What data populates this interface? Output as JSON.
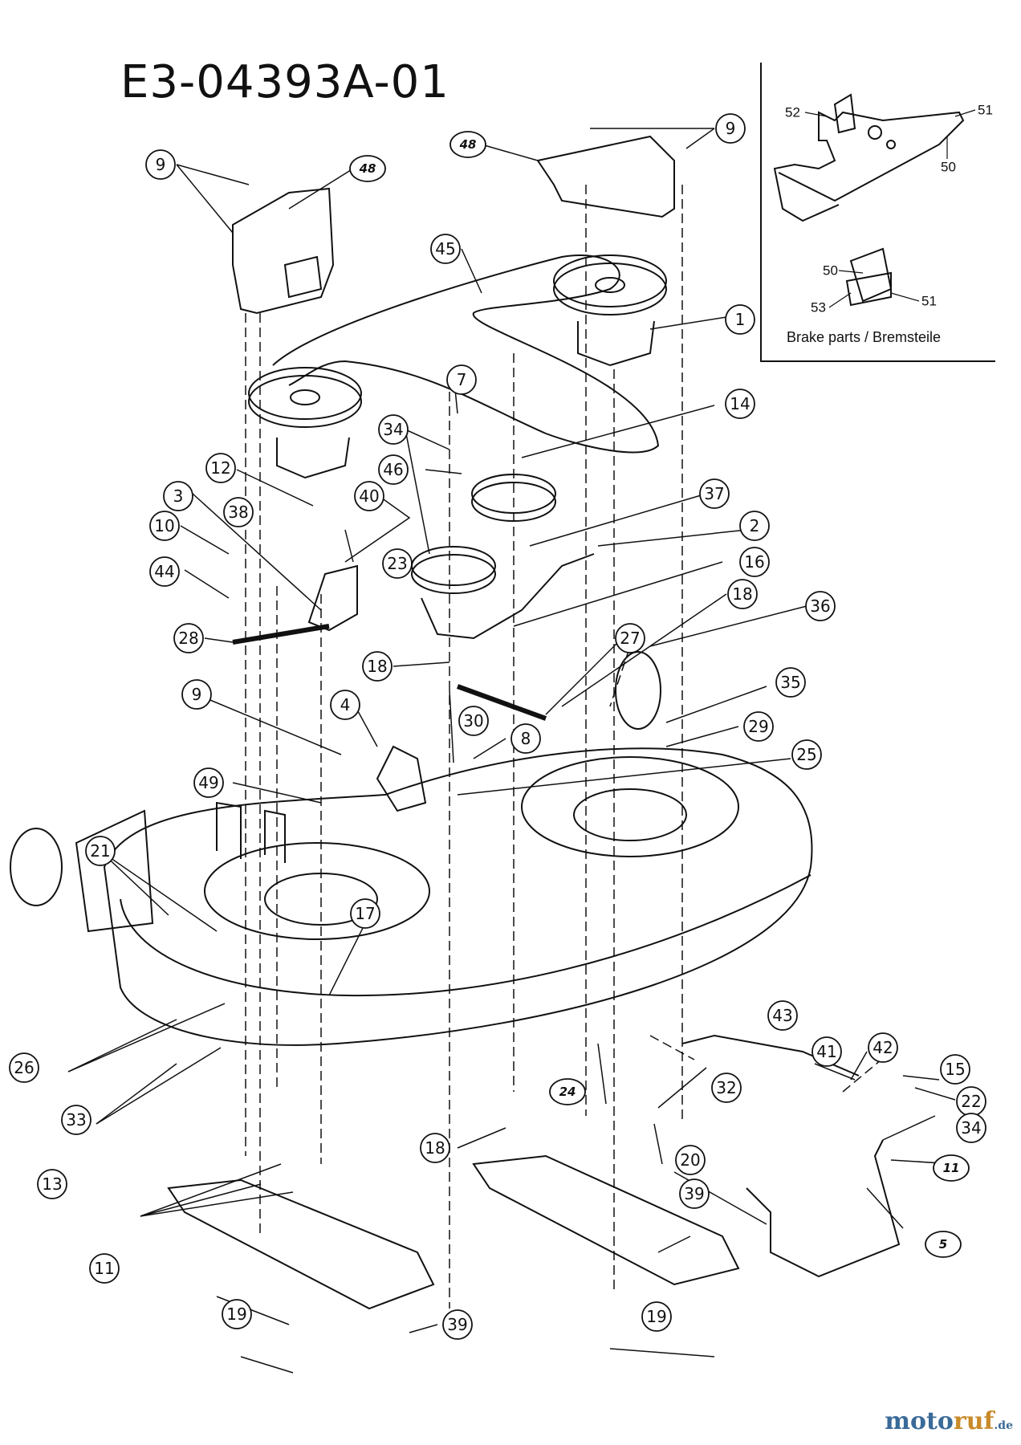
{
  "title": "E3-04393A-01",
  "inset": {
    "caption": "Brake parts / Bremsteile",
    "labels": [
      "52",
      "51",
      "50",
      "50",
      "51",
      "53"
    ]
  },
  "callouts": [
    "9",
    "48",
    "48",
    "9",
    "45",
    "1",
    "7",
    "14",
    "34",
    "46",
    "37",
    "12",
    "3",
    "38",
    "40",
    "2",
    "10",
    "23",
    "16",
    "44",
    "28",
    "18",
    "18",
    "27",
    "36",
    "35",
    "4",
    "30",
    "8",
    "9",
    "29",
    "25",
    "49",
    "21",
    "17",
    "43",
    "26",
    "33",
    "41",
    "42",
    "15",
    "22",
    "24",
    "32",
    "18",
    "13",
    "20",
    "34",
    "11",
    "11",
    "39",
    "5",
    "19",
    "39",
    "19"
  ],
  "watermark": {
    "main_a": "moto",
    "main_b": "ruf",
    "suffix": ".de"
  },
  "colors": {
    "ink": "#111111",
    "watermark_blue": "#3a6a98",
    "watermark_orange": "#c98a2a"
  }
}
